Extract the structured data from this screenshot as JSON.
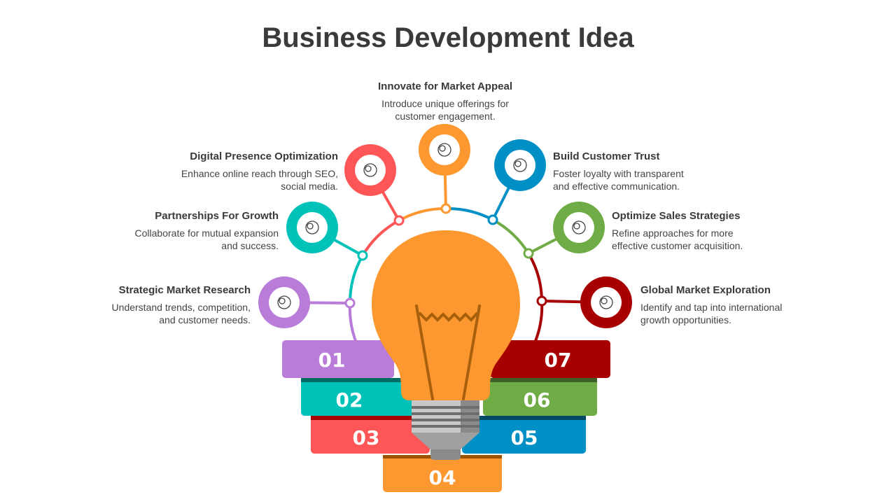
{
  "title": "Business Development Idea",
  "items": [
    {
      "num": "01",
      "heading": "Strategic Market Research",
      "text": "Understand trends, competition, and customer needs.",
      "color": "#b97cd8",
      "icon": "market-research-icon"
    },
    {
      "num": "02",
      "heading": "Partnerships For Growth",
      "text": "Collaborate for mutual expansion and success.",
      "color": "#00c2b8",
      "icon": "handshake-icon"
    },
    {
      "num": "03",
      "heading": "Digital Presence Optimization",
      "text": "Enhance online reach through SEO, social media.",
      "color": "#fe5656",
      "icon": "web-globe-icon"
    },
    {
      "num": "04",
      "heading": "Innovate for Market Appeal",
      "text": "Introduce unique offerings for customer engagement.",
      "color": "#fd9830",
      "icon": "lightbulb-gear-icon"
    },
    {
      "num": "05",
      "heading": "Build Customer Trust",
      "text": "Foster loyalty with transparent and effective communication.",
      "color": "#0090c6",
      "icon": "trust-handshake-icon"
    },
    {
      "num": "06",
      "heading": "Optimize Sales Strategies",
      "text": "Refine approaches for more effective customer acquisition.",
      "color": "#70ac45",
      "icon": "strategy-board-icon"
    },
    {
      "num": "07",
      "heading": "Global Market Exploration",
      "text": "Identify and tap into international growth opportunities.",
      "color": "#a80000",
      "icon": "globe-chart-icon"
    }
  ]
}
